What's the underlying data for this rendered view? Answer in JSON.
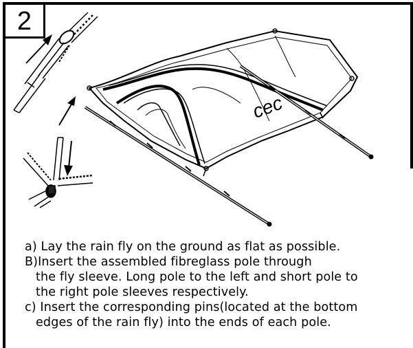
{
  "step": {
    "number": "2"
  },
  "illustration": {
    "brand_logo_text": "cec",
    "icons": [
      "arrow-up-icon",
      "arrow-up-right-icon",
      "arrow-down-icon"
    ]
  },
  "instructions": {
    "a_line1": "a) Lay the rain fly on the ground as flat as possible.",
    "b_line1": "B)Insert the assembled fibreglass pole through",
    "b_line2": "the fly sleeve. Long pole to the left and short pole to",
    "b_line3": "the right pole sleeves respectively.",
    "c_line1": "c) Insert the corresponding pins(located at the bottom",
    "c_line2": "edges of the rain fly) into the ends of each pole."
  }
}
